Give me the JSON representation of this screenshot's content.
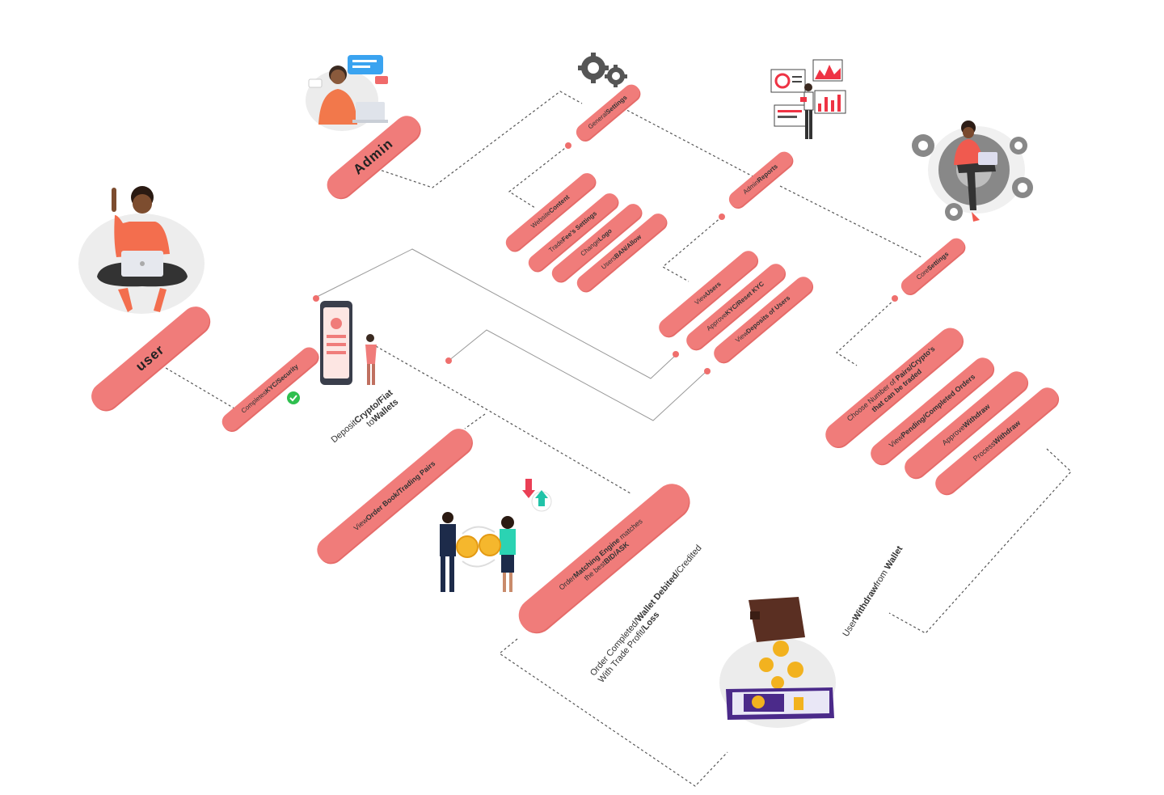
{
  "colors": {
    "pill": "#f07c7a",
    "dot": "#ef6f6d",
    "line": "#555555",
    "text": "#333333"
  },
  "roles": {
    "admin": "Admin",
    "user": "user"
  },
  "admin": {
    "general_settings": {
      "light": "General",
      "bold": "Settings"
    },
    "admin_reports": {
      "light": "Admin",
      "bold": "Reports"
    },
    "core_settings": {
      "light": "Core",
      "bold": "Settings"
    },
    "general_items": [
      {
        "light": "Website",
        "bold": "Content"
      },
      {
        "light": "Trade",
        "bold": "Fee's Settings"
      },
      {
        "light": "Change",
        "bold": "Logo"
      },
      {
        "light": "Users",
        "bold": "BAN/Allow"
      }
    ],
    "report_items": [
      {
        "light": "View",
        "bold": "Users"
      },
      {
        "light": "Approve",
        "bold": "KYC/Reset KYC"
      },
      {
        "light": "View",
        "bold": "Deposits of Users"
      }
    ],
    "core_items": [
      {
        "line1_light": "Choose Number of ",
        "line1_bold": "Pairs/Crypto's",
        "line2": "that can be traded"
      },
      {
        "light": "View",
        "bold": "Pending/Completed Orders"
      },
      {
        "light": "Approve",
        "bold": "Withdraw"
      },
      {
        "light": "Process",
        "bold": "Withdraw"
      }
    ]
  },
  "user_flow": {
    "kyc": {
      "light": "Completes",
      "bold": "KYC/Security"
    },
    "deposit": {
      "line1_light": "Deposit",
      "line1_bold": "Crypto/Fiat",
      "line2_light": "to",
      "line2_bold": "Wallets"
    },
    "order_book": {
      "light": "View",
      "bold": "Order Book/Trading Pairs"
    },
    "matching": {
      "line1_light": "Order",
      "line1_bold": "Matching Engine",
      "line1_rest": " matches",
      "line2_light": "the best",
      "line2_bold": "BID/ASK"
    },
    "completed": {
      "line1_light": "Order Completed/",
      "line1_bold": "Wallet Debited",
      "line1_rest": "/Credited",
      "line2_light": "With Trade Profit/",
      "line2_bold": "Loss"
    },
    "withdraw": {
      "light1": "User",
      "bold1": "Withdraw",
      "light2": "from ",
      "bold2": "Wallet"
    }
  },
  "icons": {
    "admin": "support-agent-illustration",
    "user": "user-with-laptop-illustration",
    "gears": "gears-icon",
    "reports": "reports-dashboard-illustration",
    "core": "core-settings-illustration",
    "kyc": "phone-kyc-illustration",
    "check": "check-badge-icon",
    "trade": "traders-exchange-illustration",
    "wallet": "wallet-withdraw-illustration"
  }
}
